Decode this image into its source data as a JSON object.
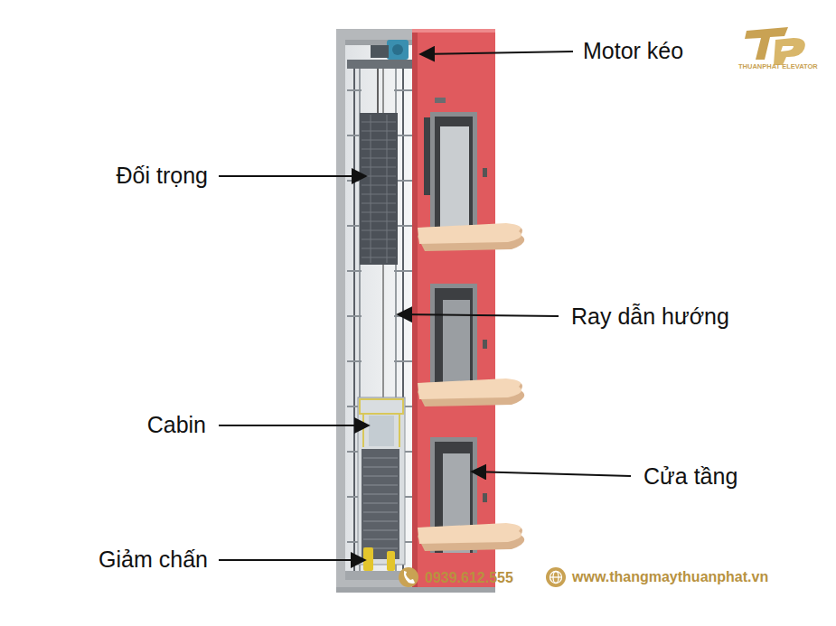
{
  "diagram": {
    "labels": [
      "Motor kéo",
      "THUANPHAT ELEVATOR",
      "Đối trọng",
      "Ray dẫn hướng",
      "Cabin",
      "Cửa tầng",
      "Giảm chấn",
      "0939.612.555",
      "www.thangmaythuanphat.vn"
    ]
  }
}
